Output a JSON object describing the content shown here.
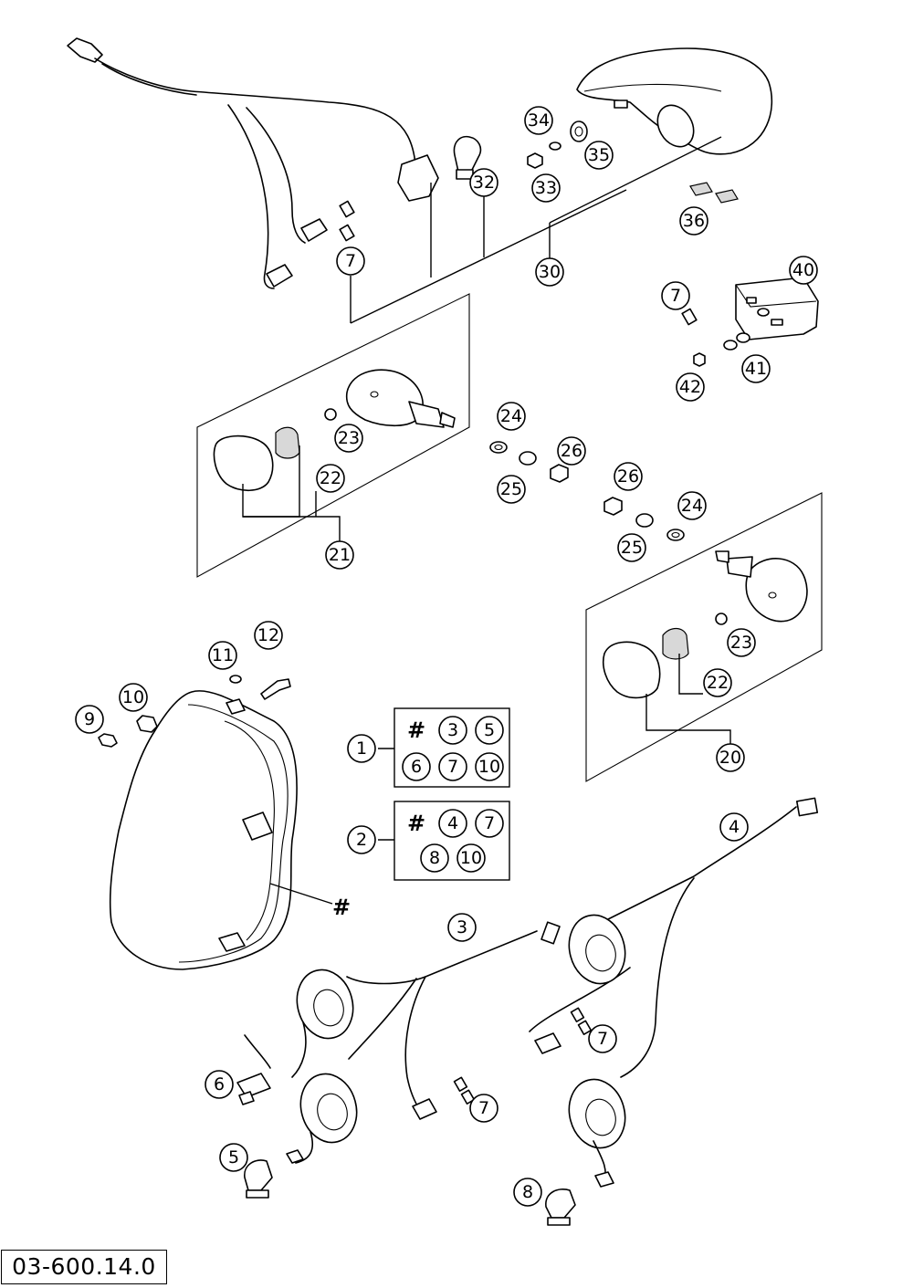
{
  "diagram_code": "03-600.14.0",
  "hash_symbol": "#",
  "callouts": {
    "c1": "1",
    "c2": "2",
    "c3": "3",
    "c4": "4",
    "c5": "5",
    "c6": "6",
    "c7": "7",
    "c8": "8",
    "c9": "9",
    "c10": "10",
    "c11": "11",
    "c12": "12",
    "c20": "20",
    "c21": "21",
    "c22": "22",
    "c23": "23",
    "c24": "24",
    "c25": "25",
    "c26": "26",
    "c30": "30",
    "c32": "32",
    "c33": "33",
    "c34": "34",
    "c35": "35",
    "c36": "36",
    "c40": "40",
    "c41": "41",
    "c42": "42"
  },
  "kit1_contents": [
    "#",
    "3",
    "5",
    "6",
    "7",
    "10"
  ],
  "kit2_contents": [
    "#",
    "4",
    "7",
    "8",
    "10"
  ]
}
